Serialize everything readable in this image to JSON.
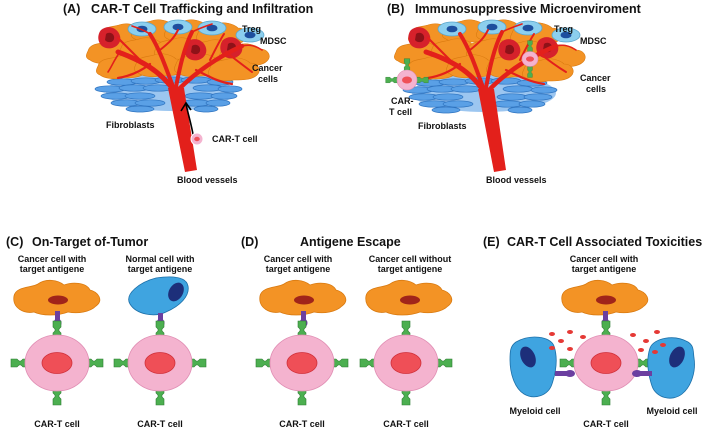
{
  "panel_a": {
    "tag": "(A)",
    "title": "CAR-T Cell Trafficking and Infiltration",
    "treg": "Treg",
    "mdsc": "MDSC",
    "cancer_line1": "Cancer",
    "cancer_line2": "cells",
    "fibroblasts": "Fibroblasts",
    "cart_cell": "CAR-T cell",
    "blood_vessels": "Blood vessels"
  },
  "panel_b": {
    "tag": "(B)",
    "title": "Immunosuppressive Microenviroment",
    "treg": "Treg",
    "mdsc": "MDSC",
    "cancer_line1": "Cancer",
    "cancer_line2": "cells",
    "cart_line1": "CAR-",
    "cart_line2": "T cell",
    "fibroblasts": "Fibroblasts",
    "blood_vessels": "Blood vessels"
  },
  "panel_c": {
    "tag": "(C)",
    "title": "On-Target of-Tumor",
    "cancer_label_line1": "Cancer cell with",
    "cancer_label_line2": "target antigene",
    "normal_label_line1": "Normal cell with",
    "normal_label_line2": "target antigene",
    "cart_left": "CAR-T cell",
    "cart_right": "CAR-T cell"
  },
  "panel_d": {
    "tag": "(D)",
    "title": "Antigene Escape",
    "with_label_line1": "Cancer cell with",
    "with_label_line2": "target antigene",
    "without_label_line1": "Cancer cell without",
    "without_label_line2": "target antigene",
    "cart_left": "CAR-T cell",
    "cart_right": "CAR-T cell"
  },
  "panel_e": {
    "tag": "(E)",
    "title": "CAR-T Cell Associated Toxicities",
    "cancer_label_line1": "Cancer cell with",
    "cancer_label_line2": "target antigene",
    "myeloid_left": "Myeloid cell",
    "myeloid_right": "Myeloid cell",
    "cart": "CAR-T cell"
  },
  "colors": {
    "cancer": "#f39325",
    "cancer_nucleus": "#a0241a",
    "vessel": "#e3201b",
    "fibroblast": "#3f8fe0",
    "treg": "#8ccfee",
    "treg_nucleus": "#1d4f9e",
    "cart_outer": "#f4b3cf",
    "cart_nucleus": "#ef4f57",
    "receptor": "#4caf50",
    "antigen": "#6b3fa0",
    "myeloid": "#3fa4e0",
    "cytokine": "#e53935"
  }
}
